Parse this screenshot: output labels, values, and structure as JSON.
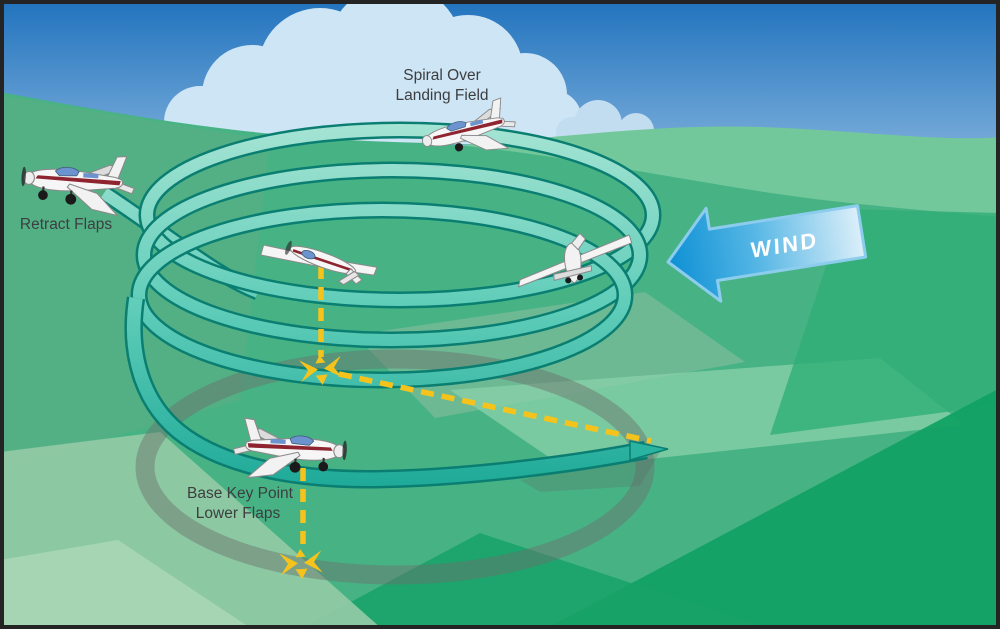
{
  "figure": {
    "type": "aviation-training-diagram",
    "subject": "emergency descent spiral over landing field",
    "labels": {
      "spiral_title_line1": "Spiral Over",
      "spiral_title_line2": "Landing Field",
      "retract_flaps": "Retract Flaps",
      "base_key_line1": "Base Key Point",
      "base_key_line2": "Lower Flaps",
      "wind": "WIND"
    },
    "icons": [
      "airplane-top-of-spiral-icon",
      "airplane-retract-flaps-icon",
      "airplane-mid-spiral-icon",
      "airplane-downwind-rear-icon",
      "airplane-base-key-point-icon",
      "wind-arrow-icon",
      "spiral-descent-path",
      "ground-track-ellipse",
      "key-point-marker-upper",
      "key-point-marker-lower",
      "dashed-projection-lines"
    ],
    "colors": {
      "sky_top": "#2173be",
      "sky_horizon": "#a8cbe7",
      "cloud": "#cee5f5",
      "far_hill": "#72c89b",
      "ground_main": "#47b385",
      "field_dark": "#12a164",
      "field_light": "#8bd2ab",
      "spiral_teal_light": "#a9e5d5",
      "spiral_teal_dark": "#1aa796",
      "spiral_outline": "#0b7e72",
      "ground_ring_gray": "#6b6f6b",
      "dashed_yellow": "#f6c31c",
      "wind_blue_dark": "#0d90d4",
      "wind_blue_light": "#dceff9",
      "label_text": "#3c3e40",
      "plane_stripe_red": "#8e2430",
      "plane_canopy_blue": "#6a93cf",
      "border": "#242424"
    }
  }
}
